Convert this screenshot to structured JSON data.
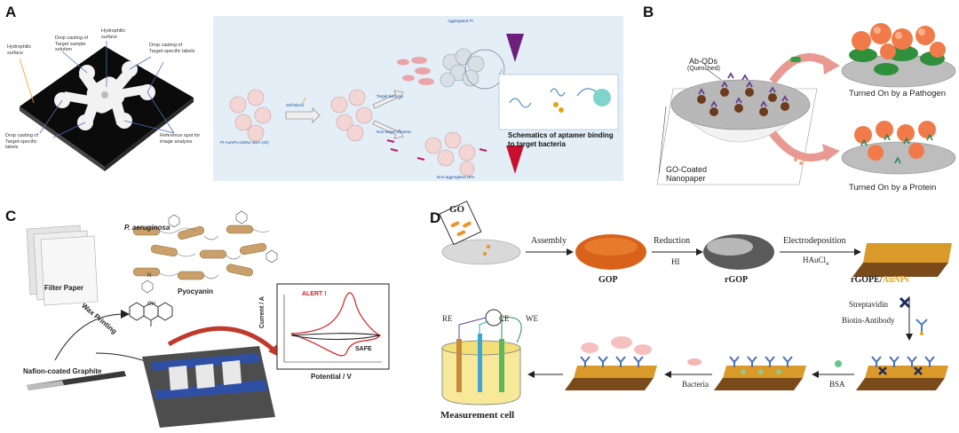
{
  "panels": {
    "a": {
      "letter": "A",
      "device_labels": {
        "hydrophilic_surface": "Hydrophilic surface",
        "drop_target_solution": "Drop casting of Target sample solution",
        "hydrophilic_surface_2": "Hydrophilic surface",
        "drop_target_labels_top": "Drop casting of Target-specific labels",
        "reference_spot": "Reference spot for image analysis",
        "drop_target_labels_bottom": "Drop casting of Target-specific labels"
      },
      "schematic": {
        "np_label": "Pt-AuNPs-ssDNA-BSA (4h)",
        "step1": "Self Block",
        "step2": "Target bacteria",
        "step3": "Non-target bacteria",
        "aggregate_label": "Aggregated Pt",
        "dispersed_label": "Non-aggregated NPs",
        "caption": "Schematics of aptamer binding to target bacteria"
      }
    },
    "b": {
      "letter": "B",
      "abqds": "Ab-QDs",
      "quenched": "(Quenched)",
      "go_nanopaper": "GO-Coated Nanopaper",
      "pathogen": "Turned On by a Pathogen",
      "protein": "Turned On by a Protein"
    },
    "c": {
      "letter": "C",
      "species": "P. aeruginosa",
      "filter_paper": "Filter Paper",
      "wax_printing": "Wax Printing",
      "graphite": "Nafion-coated Graphite",
      "pyocyanin": "Pyocyanin",
      "pyo_oh": "OH",
      "pyo_n": "N",
      "plot": {
        "ylabel": "Current / A",
        "xlabel": "Potential / V",
        "alert": "ALERT !",
        "safe": "SAFE",
        "alert_color": "#d62020",
        "safe_color": "#222222"
      }
    },
    "d": {
      "letter": "D",
      "go": "GO",
      "assembly": "Assembly",
      "gop": "GOP",
      "reduction": "Reduction",
      "hi": "HI",
      "rgop": "rGOP",
      "electrodeposition": "Electrodeposition",
      "haucl": "HAuCl",
      "haucl_sub": "4",
      "rgope": "rGOPE/",
      "aunps": "AuNPs",
      "aunps_color": "#e3a21a",
      "streptavidin": "Streptavidin",
      "biotin_antibody": "Biotin-Antibody",
      "bsa": "BSA",
      "bacteria": "Bacteria",
      "re": "RE",
      "ce": "CE",
      "we": "WE",
      "measurement_cell": "Measurement cell"
    }
  }
}
